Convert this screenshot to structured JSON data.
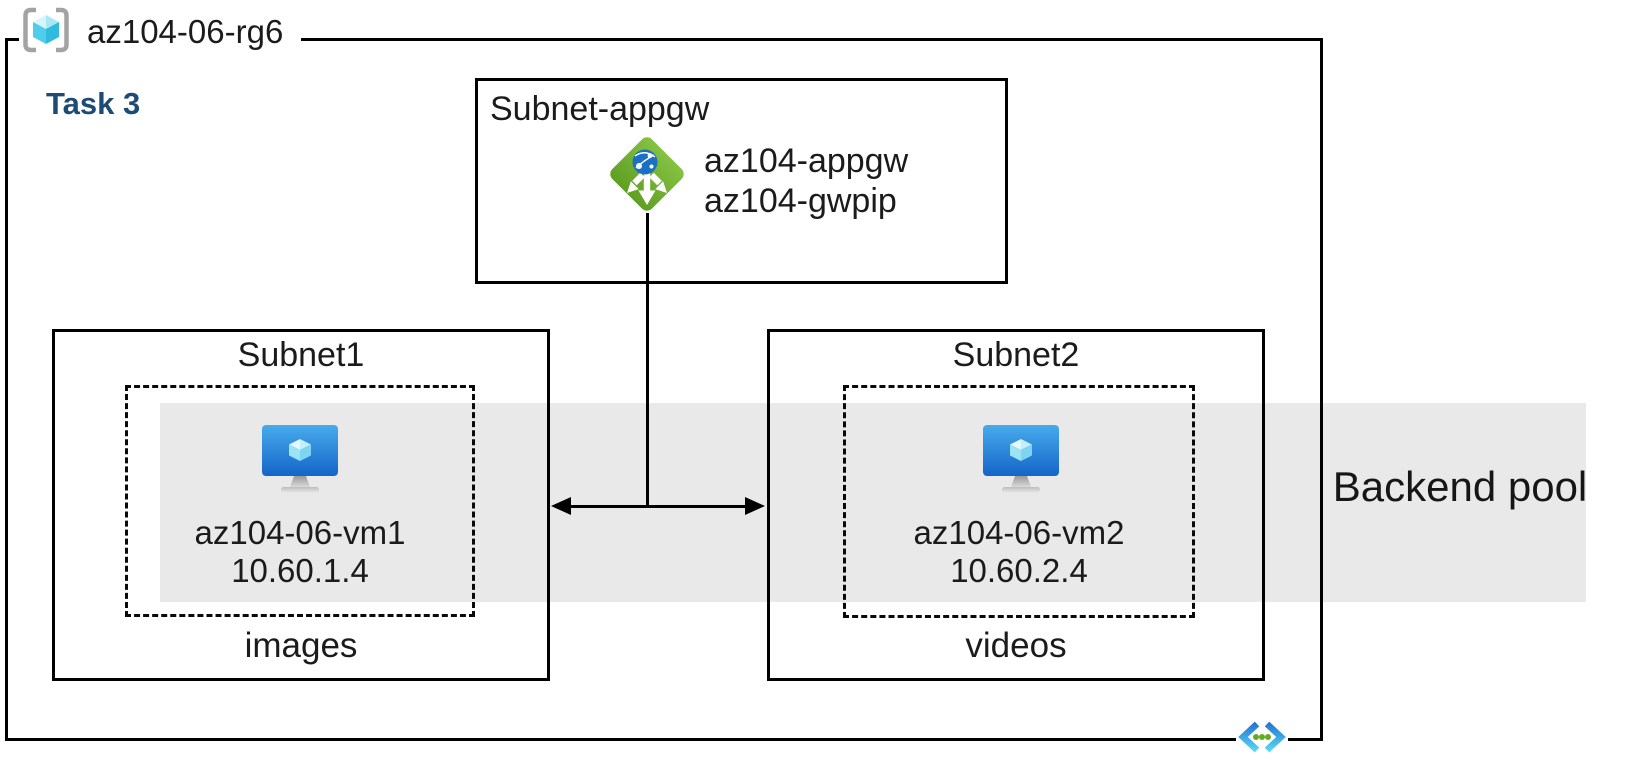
{
  "diagram": {
    "resource_group": {
      "label": "az104-06-rg6",
      "icon": "resource-group-icon"
    },
    "task_label": "Task 3",
    "appgw_subnet": {
      "title": "Subnet-appgw",
      "gateway_name": "az104-appgw",
      "public_ip_name": "az104-gwpip",
      "icon": "application-gateway-icon"
    },
    "subnet1": {
      "title": "Subnet1",
      "vm_name": "az104-06-vm1",
      "vm_ip": "10.60.1.4",
      "container_label": "images",
      "icon": "virtual-machine-icon"
    },
    "subnet2": {
      "title": "Subnet2",
      "vm_name": "az104-06-vm2",
      "vm_ip": "10.60.2.4",
      "container_label": "videos",
      "icon": "virtual-machine-icon"
    },
    "backend_pool": {
      "label": "Backend pool"
    },
    "vnet_icon": "virtual-network-icon",
    "colors": {
      "task_label": "#1c4b74",
      "backend_band": "#e9e9e9",
      "appgw_green": "#6fb32a",
      "vm_screen_blue": "#2f86dd",
      "vnet_dot_green": "#64ab21",
      "rg_cube_cyan": "#45c8e8",
      "line_black": "#000000"
    }
  }
}
